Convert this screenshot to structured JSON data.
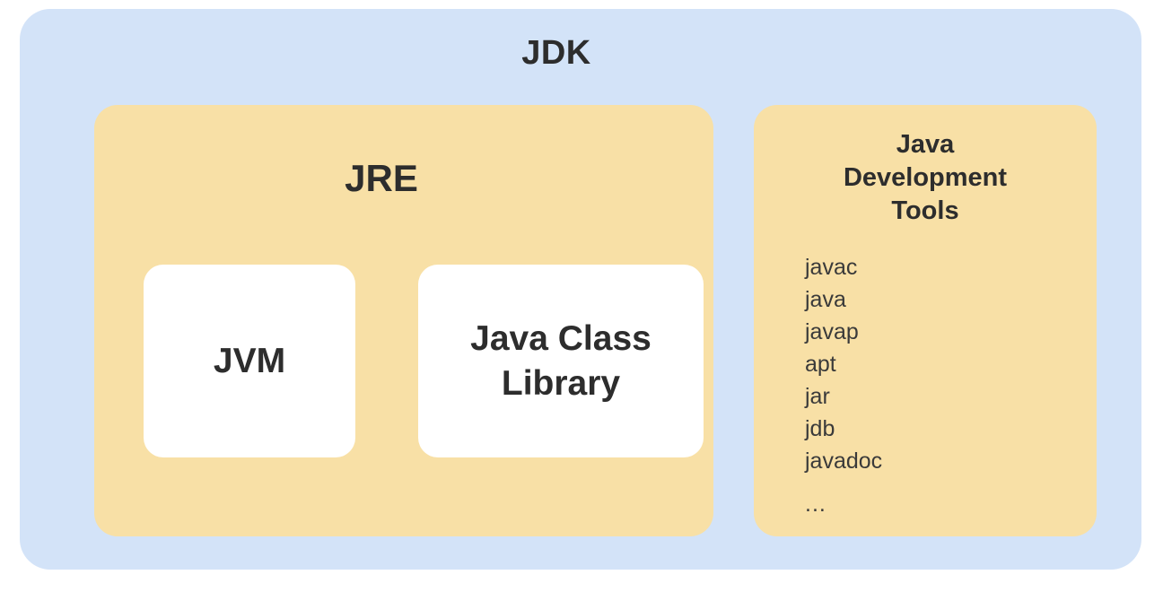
{
  "diagram": {
    "title": "JDK",
    "colors": {
      "outer_container": "#d3e3f8",
      "panel": "#f8e0a6",
      "card": "#ffffff",
      "text": "#2d2d2d",
      "background": "#ffffff"
    },
    "jre": {
      "title": "JRE",
      "components": [
        {
          "label": "JVM"
        },
        {
          "label": "Java Class\nLibrary"
        }
      ]
    },
    "tools": {
      "title": "Java\nDevelopment\nTools",
      "items": [
        "javac",
        "java",
        "javap",
        "apt",
        "jar",
        "jdb",
        "javadoc"
      ],
      "more": "..."
    }
  }
}
